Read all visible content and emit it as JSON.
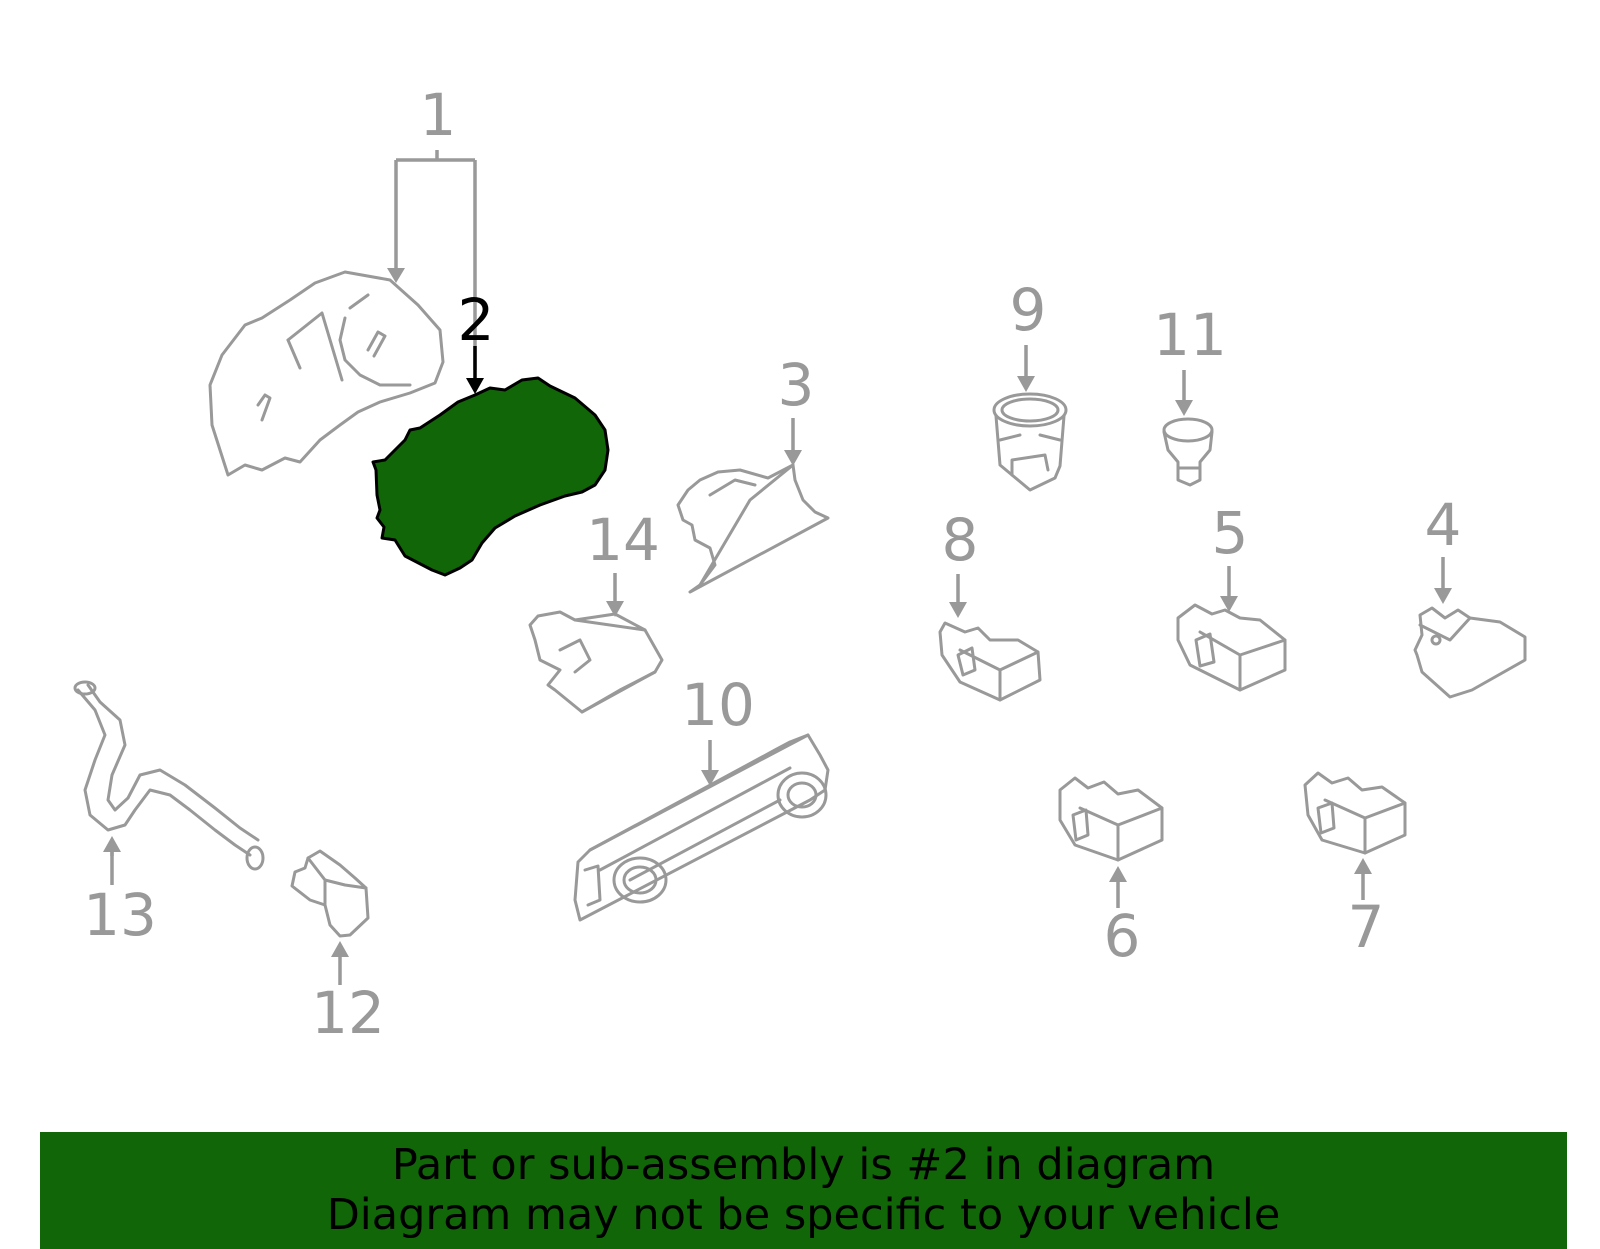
{
  "highlight_color": "#116608",
  "line_color": "#999999",
  "selected_part": "2",
  "callouts": [
    "1",
    "2",
    "3",
    "4",
    "5",
    "6",
    "7",
    "8",
    "9",
    "10",
    "11",
    "12",
    "13",
    "14"
  ],
  "banner": {
    "line1": "Part or sub-assembly is #2 in diagram",
    "line2": "Diagram may not be specific to your vehicle"
  }
}
